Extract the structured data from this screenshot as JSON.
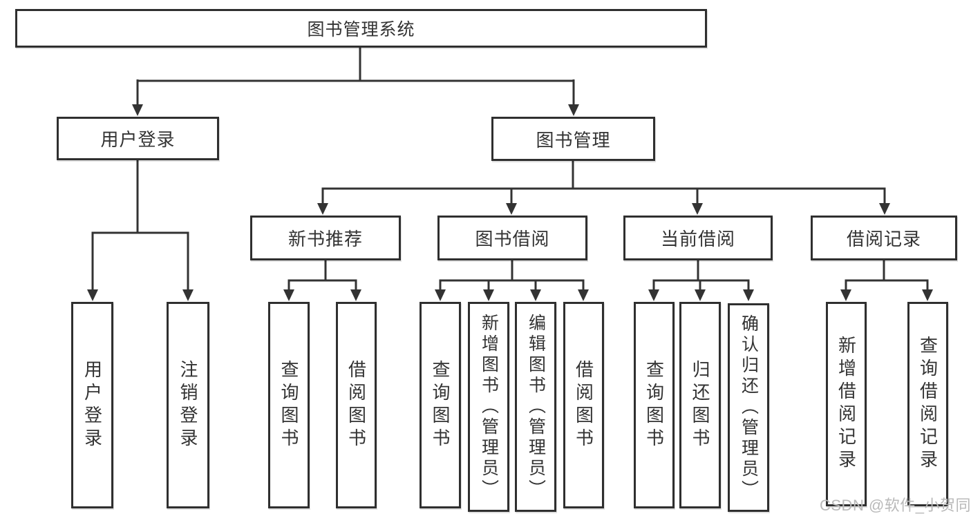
{
  "diagram": {
    "type": "hierarchy-tree",
    "root": {
      "label": "图书管理系统",
      "children": [
        {
          "label": "用户登录",
          "children": [
            {
              "label": "用户登录"
            },
            {
              "label": "注销登录"
            }
          ]
        },
        {
          "label": "图书管理",
          "children": [
            {
              "label": "新书推荐",
              "children": [
                {
                  "label": "查询图书"
                },
                {
                  "label": "借阅图书"
                }
              ]
            },
            {
              "label": "图书借阅",
              "children": [
                {
                  "label": "查询图书"
                },
                {
                  "label": "新增图书（管理员）"
                },
                {
                  "label": "编辑图书（管理员）"
                },
                {
                  "label": "借阅图书"
                }
              ]
            },
            {
              "label": "当前借阅",
              "children": [
                {
                  "label": "查询图书"
                },
                {
                  "label": "归还图书"
                },
                {
                  "label": "确认归还（管理员）"
                }
              ]
            },
            {
              "label": "借阅记录",
              "children": [
                {
                  "label": "新增借阅记录"
                },
                {
                  "label": "查询借阅记录"
                }
              ]
            }
          ]
        }
      ]
    }
  },
  "watermark": "CSDN @软件_小贺同学",
  "colors": {
    "line": "#333333",
    "box_border": "#2f2f2f",
    "text": "#333333",
    "background": "#ffffff",
    "watermark": "#b9b9b9"
  }
}
